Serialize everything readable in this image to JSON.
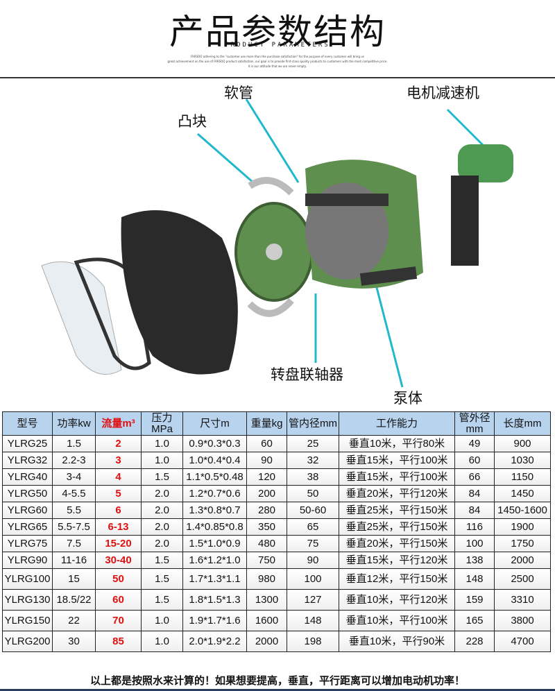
{
  "header": {
    "title": "产品参数结构",
    "subtitle": "PRODUCT PARAMETERS",
    "fine_print": [
      "FARSOO adhering to the \"customer use more than the purchase satisfaction\" for the purpose of every customer will bring us",
      "great achievement on the use of FARSOO product satisfaction, our goal is to provide first-class quality products to customers with the most competitive price.",
      "It is our attitude that we are never empty."
    ]
  },
  "diagram": {
    "labels": {
      "hose": "软管",
      "motor": "电机减速机",
      "cam": "凸块",
      "rotor": "转盘联轴器",
      "body": "泵体"
    },
    "accent": "#1fb8cc",
    "body_color": "#5f8f4e"
  },
  "table": {
    "headers": [
      "型号",
      "功率kw",
      "流量m³",
      "压力MPa",
      "尺寸m",
      "重量kg",
      "管内径mm",
      "工作能力",
      "管外径mm",
      "长度mm"
    ],
    "rows": [
      [
        "YLRG25",
        "1.5",
        "2",
        "1.0",
        "0.9*0.3*0.3",
        "60",
        "25",
        "垂直10米，平行80米",
        "49",
        "900"
      ],
      [
        "YLRG32",
        "2.2-3",
        "3",
        "1.0",
        "1.0*0.4*0.4",
        "90",
        "32",
        "垂直15米，平行100米",
        "60",
        "1030"
      ],
      [
        "YLRG40",
        "3-4",
        "4",
        "1.5",
        "1.1*0.5*0.48",
        "120",
        "38",
        "垂直15米，平行100米",
        "66",
        "1150"
      ],
      [
        "YLRG50",
        "4-5.5",
        "5",
        "2.0",
        "1.2*0.7*0.6",
        "200",
        "50",
        "垂直20米，平行120米",
        "84",
        "1450"
      ],
      [
        "YLRG60",
        "5.5",
        "6",
        "2.0",
        "1.3*0.8*0.7",
        "280",
        "50-60",
        "垂直25米，平行150米",
        "84",
        "1450-1600"
      ],
      [
        "YLRG65",
        "5.5-7.5",
        "6-13",
        "2.0",
        "1.4*0.85*0.8",
        "350",
        "65",
        "垂直25米，平行150米",
        "116",
        "1900"
      ],
      [
        "YLRG75",
        "7.5",
        "15-20",
        "2.0",
        "1.5*1.0*0.9",
        "480",
        "75",
        "垂直20米，平行150米",
        "100",
        "1750"
      ],
      [
        "YLRG90",
        "11-16",
        "30-40",
        "1.5",
        "1.6*1.2*1.0",
        "750",
        "90",
        "垂直15米，平行120米",
        "138",
        "2000"
      ],
      [
        "YLRG100",
        "15",
        "50",
        "1.5",
        "1.7*1.3*1.1",
        "980",
        "100",
        "垂直12米，平行150米",
        "148",
        "2500"
      ],
      [
        "YLRG130",
        "18.5/22",
        "60",
        "1.5",
        "1.8*1.5*1.3",
        "1300",
        "127",
        "垂直10米，平行120米",
        "159",
        "3310"
      ],
      [
        "YLRG150",
        "22",
        "70",
        "1.0",
        "1.9*1.7*1.6",
        "1600",
        "148",
        "垂直10米，平行100米",
        "165",
        "3800"
      ],
      [
        "YLRG200",
        "30",
        "85",
        "1.0",
        "2.0*1.9*2.2",
        "2000",
        "198",
        "垂直10米，平行90米",
        "228",
        "4700"
      ]
    ],
    "note": "以上都是按照水来计算的！如果想要提高，垂直，平行距离可以增加电动机功率！"
  }
}
